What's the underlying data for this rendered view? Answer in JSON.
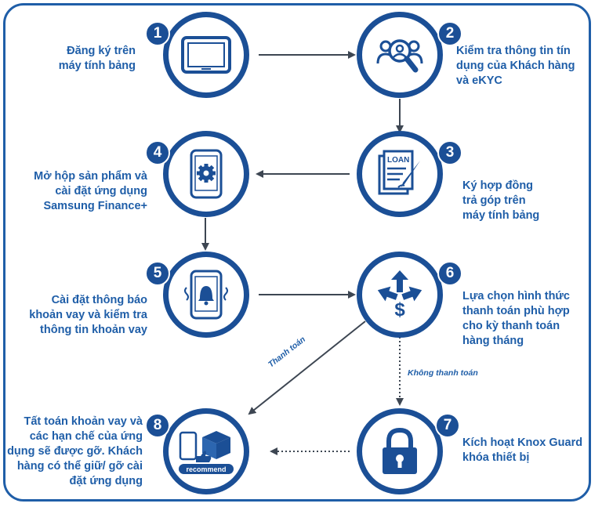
{
  "colors": {
    "primary": "#1b4f96",
    "text": "#1f5ea8",
    "arrow": "#3d4652",
    "frame": "#1f5ea8"
  },
  "steps": [
    {
      "number": "1",
      "icon": "tablet-icon",
      "label": "Đăng ký trên\nmáy tính bảng"
    },
    {
      "number": "2",
      "icon": "people-search-icon",
      "label": "Kiểm tra thông tin tín\ndụng của Khách hàng\nvà eKYC"
    },
    {
      "number": "3",
      "icon": "loan-contract-icon",
      "label": "Ký hợp đồng\ntrả góp trên\nmáy tính bảng"
    },
    {
      "number": "4",
      "icon": "phone-settings-icon",
      "label": "Mở hộp sản phẩm và\ncài đặt ứng dụng\nSamsung Finance+"
    },
    {
      "number": "5",
      "icon": "phone-notification-icon",
      "label": "Cài đặt thông báo\nkhoản vay và kiểm tra\nthông tin khoản vay"
    },
    {
      "number": "6",
      "icon": "payment-options-icon",
      "label": "Lựa chọn hình thức\nthanh toán phù hợp\ncho kỳ thanh toán\nhàng tháng"
    },
    {
      "number": "7",
      "icon": "padlock-icon",
      "label": "Kích hoạt Knox Guard\nkhóa thiết bị"
    },
    {
      "number": "8",
      "icon": "box-recommend-icon",
      "label": "Tất toán khoản vay và\ncác hạn chế của ứng\ndụng sẽ được gỡ. Khách\nhàng có thể giữ/ gỡ cài\nđặt ứng dụng",
      "icon_text": "recommend"
    }
  ],
  "edges": [
    {
      "from": "1",
      "to": "2",
      "style": "solid"
    },
    {
      "from": "2",
      "to": "3",
      "style": "solid"
    },
    {
      "from": "3",
      "to": "4",
      "style": "solid"
    },
    {
      "from": "4",
      "to": "5",
      "style": "solid"
    },
    {
      "from": "5",
      "to": "6",
      "style": "solid"
    },
    {
      "from": "6",
      "to": "8",
      "style": "solid",
      "label": "Thanh toán"
    },
    {
      "from": "6",
      "to": "7",
      "style": "dotted",
      "label": "Không thanh toán"
    },
    {
      "from": "7",
      "to": "8",
      "style": "dotted"
    }
  ],
  "loan_icon_text": "LOAN"
}
